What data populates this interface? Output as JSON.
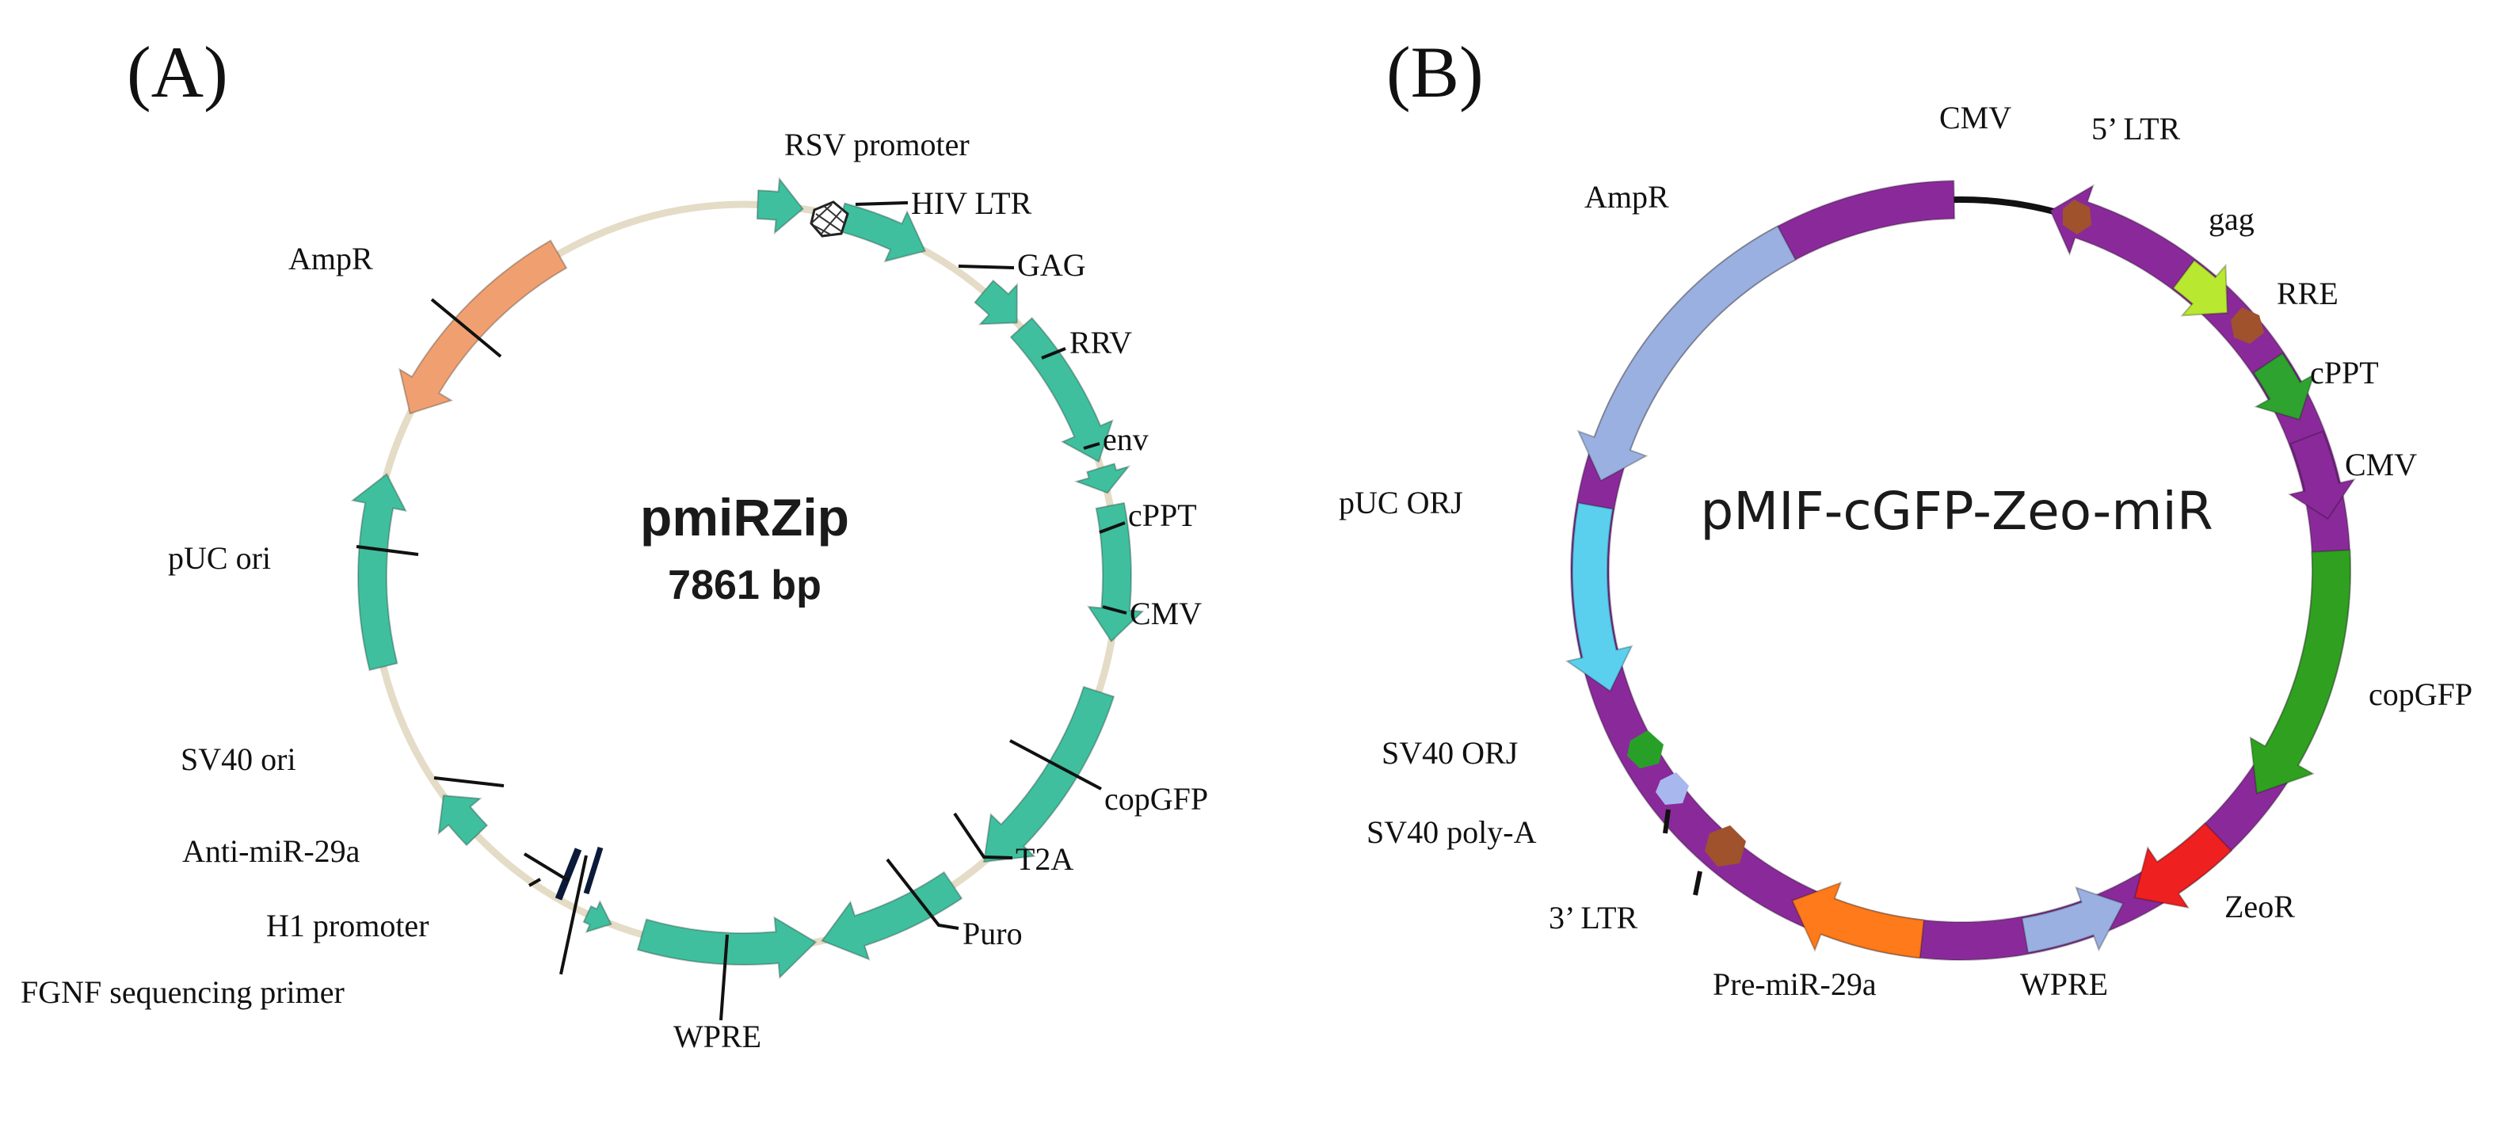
{
  "panel_a": {
    "letter": "(A)",
    "plasmid_name": "pmiRZip",
    "plasmid_size": "7861 bp",
    "labels": {
      "rsv_promoter": "RSV promoter",
      "hiv_ltr": "HIV LTR",
      "gag": "GAG",
      "rrv": "RRV",
      "env": "env",
      "cppt": "cPPT",
      "cmv": "CMV",
      "copgfp": "copGFP",
      "t2a": "T2A",
      "puro": "Puro",
      "wpre": "WPRE",
      "fgnf_primer": "FGNF sequencing primer",
      "h1_promoter": "H1 promoter",
      "anti_mir": "Anti-miR-29a",
      "sv40_ori": "SV40 ori",
      "puc_ori": "pUC ori",
      "ampr": "AmpR"
    },
    "colors": {
      "backbone": "#e4dcc6",
      "feature": "#3fbf9e",
      "ampr": "#f0a070"
    }
  },
  "panel_b": {
    "letter": "(B)",
    "plasmid_name": "pMIF-cGFP-Zeo-miR",
    "labels": {
      "cmv_top": "CMV",
      "ltr5": "5’ LTR",
      "gag": "gag",
      "rre": "RRE",
      "cppt": "cPPT",
      "cmv_right": "CMV",
      "copgfp": "copGFP",
      "zeor": "ZeoR",
      "wpre": "WPRE",
      "pre_mir": "Pre-miR-29a",
      "ltr3": "3’ LTR",
      "sv40_polya": "SV40 poly-A",
      "sv40_orj": "SV40 ORJ",
      "puc_orj": "pUC ORJ",
      "ampr": "AmpR"
    },
    "colors": {
      "backbone": "#111111",
      "cmv": "#8a2a9a",
      "ltr": "#a0522d",
      "gag": "#b8e830",
      "cppt": "#2fa32f",
      "copgfp": "#30a020",
      "zeor": "#ee2020",
      "wpre": "#9ab0e0",
      "pre_mir": "#ff7a1a",
      "sv40": "#28a028",
      "sv40_polya": "#a8b8ee",
      "puc": "#5ad0ee",
      "ampr": "#9ab0e0"
    }
  }
}
